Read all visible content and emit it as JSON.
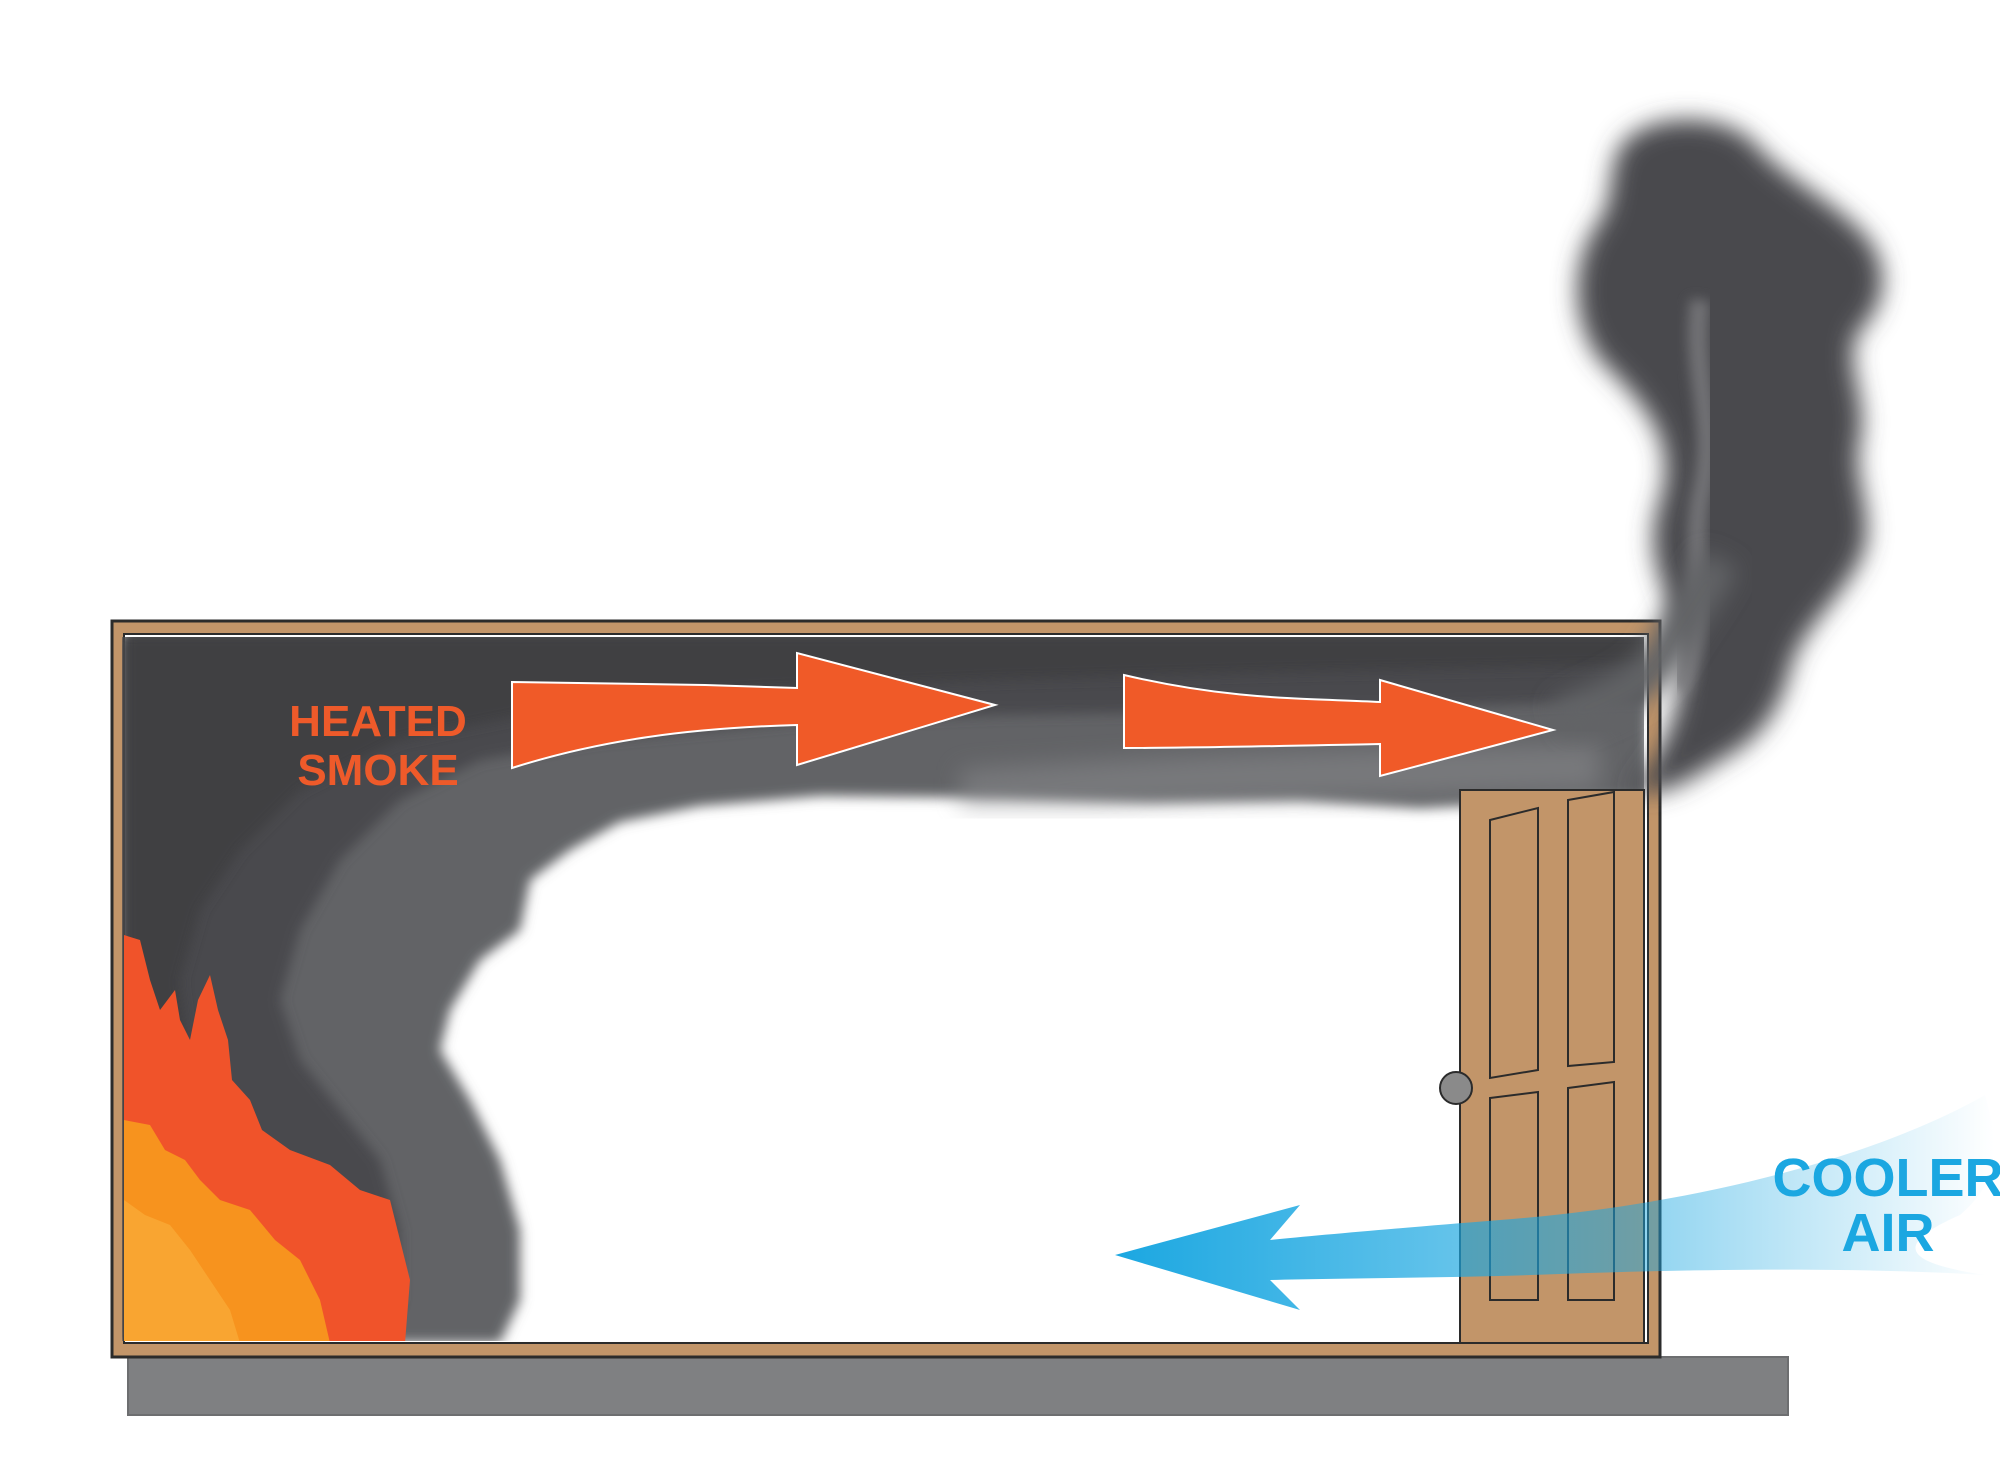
{
  "labels": {
    "heated_smoke_line1": "HEATED",
    "heated_smoke_line2": "SMOKE",
    "cooler_air_line1": "COOLER",
    "cooler_air_line2": "AIR"
  },
  "colors": {
    "room_frame": "#c29569",
    "room_frame_outline": "#2b2b2b",
    "floor_slab": "#7f8082",
    "smoke_dark": "#3f3f42",
    "smoke_mid": "#626366",
    "smoke_light": "#8a8b8e",
    "heated_smoke_text": "#ee5a2a",
    "heated_arrow": "#f05a28",
    "fire_red": "#f0532a",
    "fire_orange": "#f7931e",
    "door": "#c29569",
    "door_knob": "#8a8a8a",
    "cool_air_text": "#1ba7e1",
    "cool_air_arrow": "#1ba7e1"
  },
  "icons": {
    "fire": "fire-icon",
    "door": "door-icon",
    "smoke": "smoke-plume",
    "heated_flow": "right-arrow-icon",
    "cool_flow": "left-arrow-icon"
  }
}
